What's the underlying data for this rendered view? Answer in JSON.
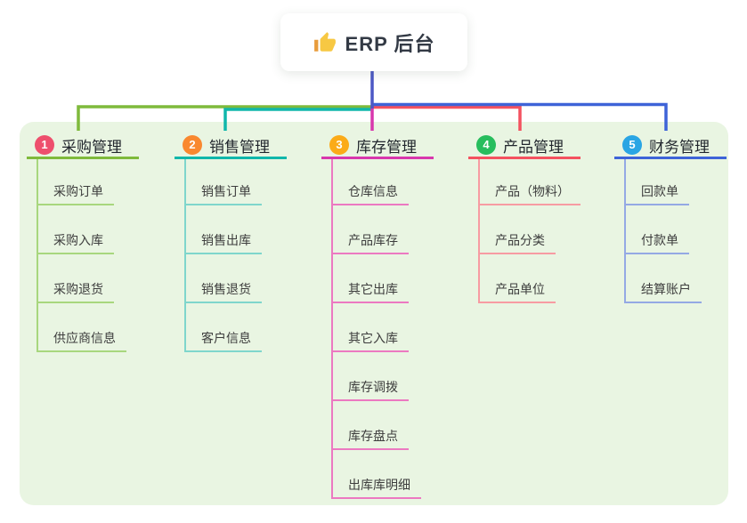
{
  "root": {
    "label": "ERP 后台",
    "icon": "thumbs-up-icon"
  },
  "panel_color": "#e9f5e2",
  "trunk_color": "#4c58c5",
  "branches": [
    {
      "index": "1",
      "label": "采购管理",
      "badge_color": "#ee4f6d",
      "line_color": "#7fba3c",
      "child_line_color": "#a8d77e",
      "children": [
        "采购订单",
        "采购入库",
        "采购退货",
        "供应商信息"
      ]
    },
    {
      "index": "2",
      "label": "销售管理",
      "badge_color": "#f9882f",
      "line_color": "#10b7ab",
      "child_line_color": "#7fd6cc",
      "children": [
        "销售订单",
        "销售出库",
        "销售退货",
        "客户信息"
      ]
    },
    {
      "index": "3",
      "label": "库存管理",
      "badge_color": "#fbab19",
      "line_color": "#d837ad",
      "child_line_color": "#ec79c1",
      "children": [
        "仓库信息",
        "产品库存",
        "其它出库",
        "其它入库",
        "库存调拨",
        "库存盘点",
        "出库库明细"
      ]
    },
    {
      "index": "4",
      "label": "产品管理",
      "badge_color": "#27bd5d",
      "line_color": "#f4515f",
      "child_line_color": "#f79ba2",
      "children": [
        "产品（物料）",
        "产品分类",
        "产品单位"
      ]
    },
    {
      "index": "5",
      "label": "财务管理",
      "badge_color": "#2aa5e4",
      "line_color": "#3e63d8",
      "child_line_color": "#94a9e4",
      "children": [
        "回款单",
        "付款单",
        "结算账户"
      ]
    }
  ]
}
